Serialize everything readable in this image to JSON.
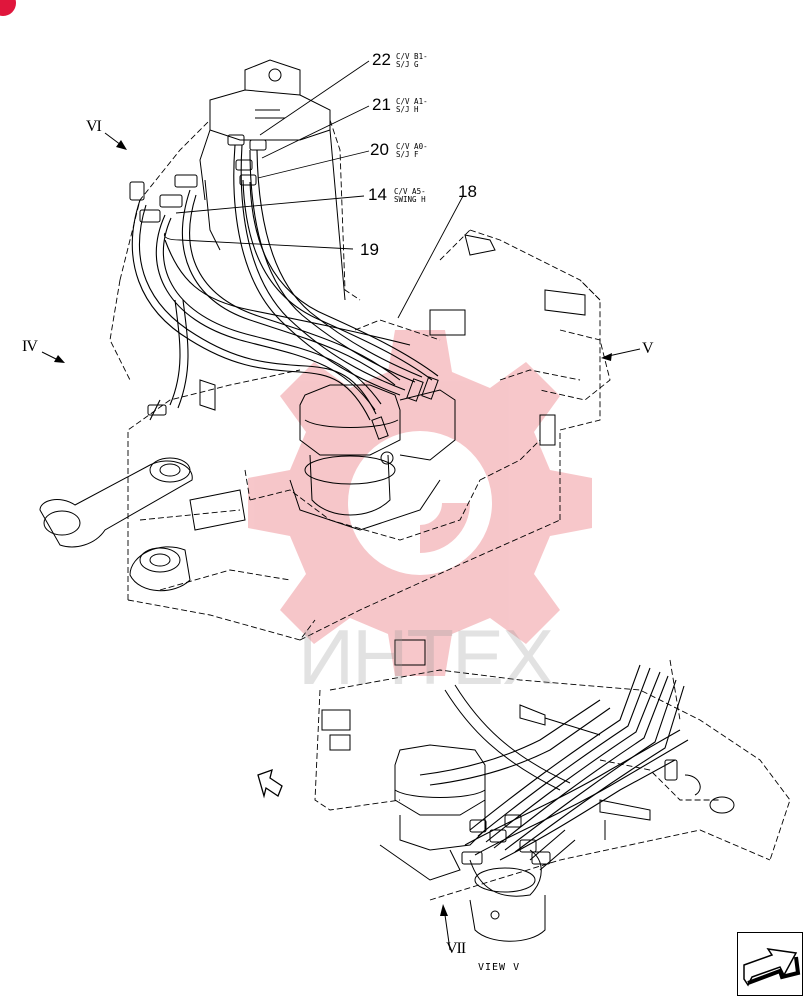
{
  "callouts": [
    {
      "num": "22",
      "text": [
        "C/V B1-",
        "S/J G"
      ]
    },
    {
      "num": "21",
      "text": [
        "C/V A1-",
        "S/J H"
      ]
    },
    {
      "num": "20",
      "text": [
        "C/V A0-",
        "S/J F"
      ]
    },
    {
      "num": "14",
      "text": [
        "C/V A5-",
        "SWING H"
      ]
    },
    {
      "num": "18",
      "text": []
    },
    {
      "num": "19",
      "text": []
    }
  ],
  "view_markers": [
    "VI",
    "IV",
    "V",
    "VII"
  ],
  "view_caption": "VIEW V",
  "watermark": {
    "text": "ИНТЕХ",
    "color": "#f4b4b8"
  },
  "colors": {
    "line": "#000000",
    "corner_badge": "#e0163c"
  },
  "icons": {
    "nav_arrow": "nav-arrow-icon",
    "corner_badge": "badge-icon"
  }
}
